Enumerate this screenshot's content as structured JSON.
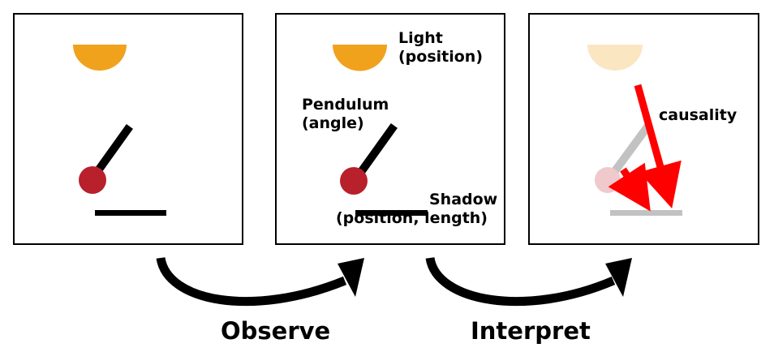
{
  "panels": [
    {
      "name": "original-scene"
    },
    {
      "name": "labeled-scene"
    },
    {
      "name": "causal-scene"
    }
  ],
  "labels": {
    "light": [
      "Light",
      "(position)"
    ],
    "pendulum": [
      "Pendulum",
      "(angle)"
    ],
    "shadow": [
      "Shadow",
      "(position, length)"
    ],
    "causality": "causality"
  },
  "steps": {
    "observe": "Observe",
    "interpret": "Interpret"
  },
  "colors": {
    "lamp": "#f0a21c",
    "lamp_faded": "#fbe6c2",
    "bob": "#b8202b",
    "bob_faded": "#efc9cb",
    "rod": "#000000",
    "rod_faded": "#c2c2c2",
    "causal_arrow": "#ff0000",
    "flow_arrow": "#000000"
  }
}
